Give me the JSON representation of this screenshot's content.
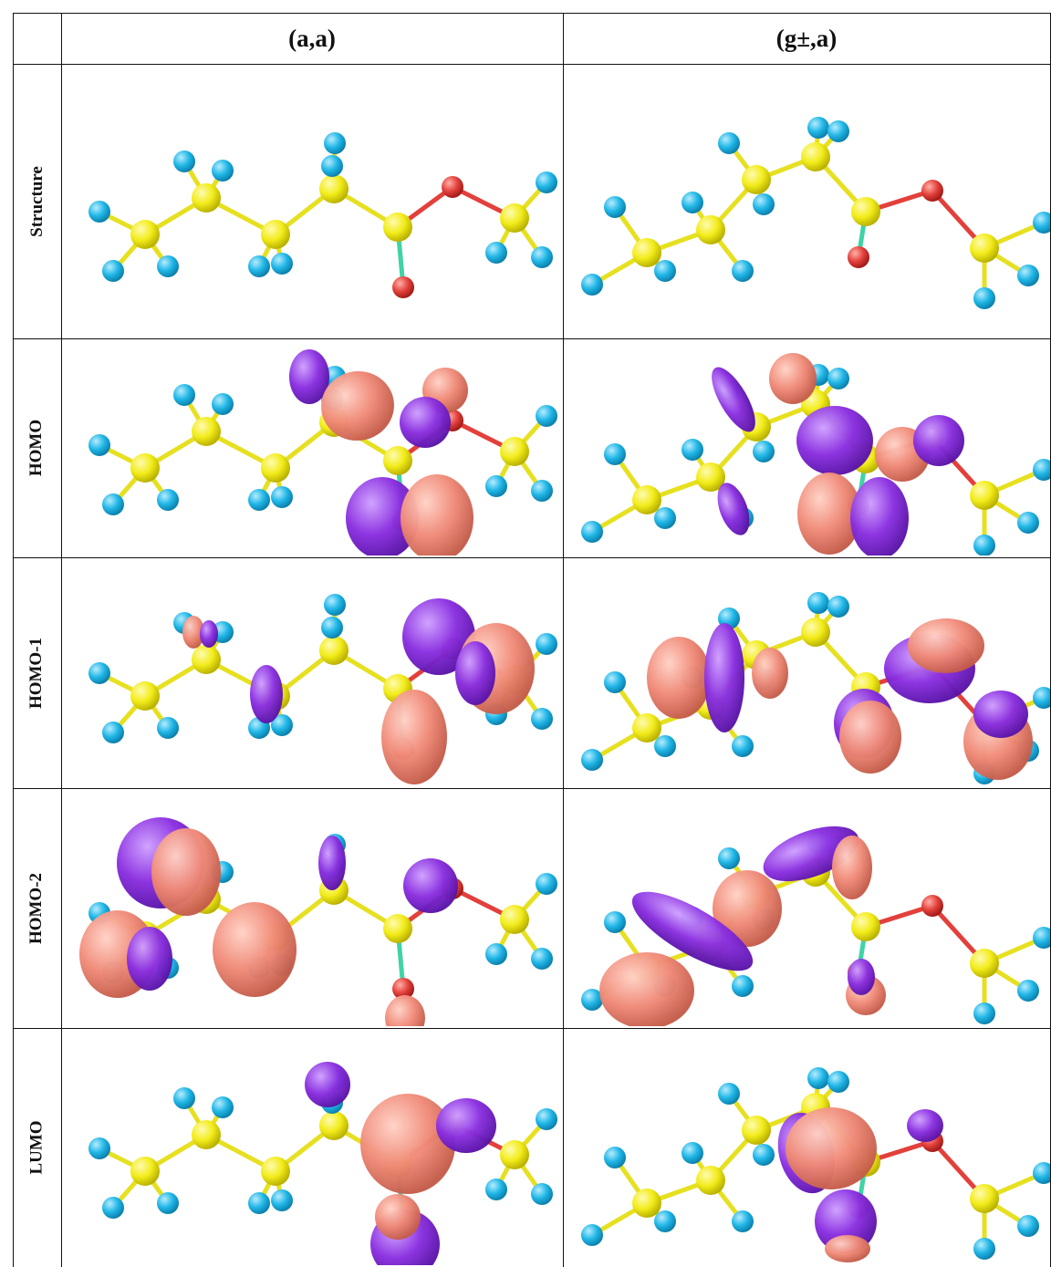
{
  "table": {
    "columns": [
      "(a,a)",
      "(g±,a)"
    ],
    "rows": [
      {
        "label": "Structure"
      },
      {
        "label": "HOMO"
      },
      {
        "label": "HOMO-1"
      },
      {
        "label": "HOMO-2"
      },
      {
        "label": "LUMO"
      }
    ]
  },
  "colors": {
    "carbon": "#f2ec1a",
    "hydrogen": "#1fb6e6",
    "oxygen": "#e3403b",
    "bond_c": "#e6e020",
    "bond_co": "#3fd3a6",
    "lobe_positive": "#f08a78",
    "lobe_negative": "#8a2fe0"
  }
}
